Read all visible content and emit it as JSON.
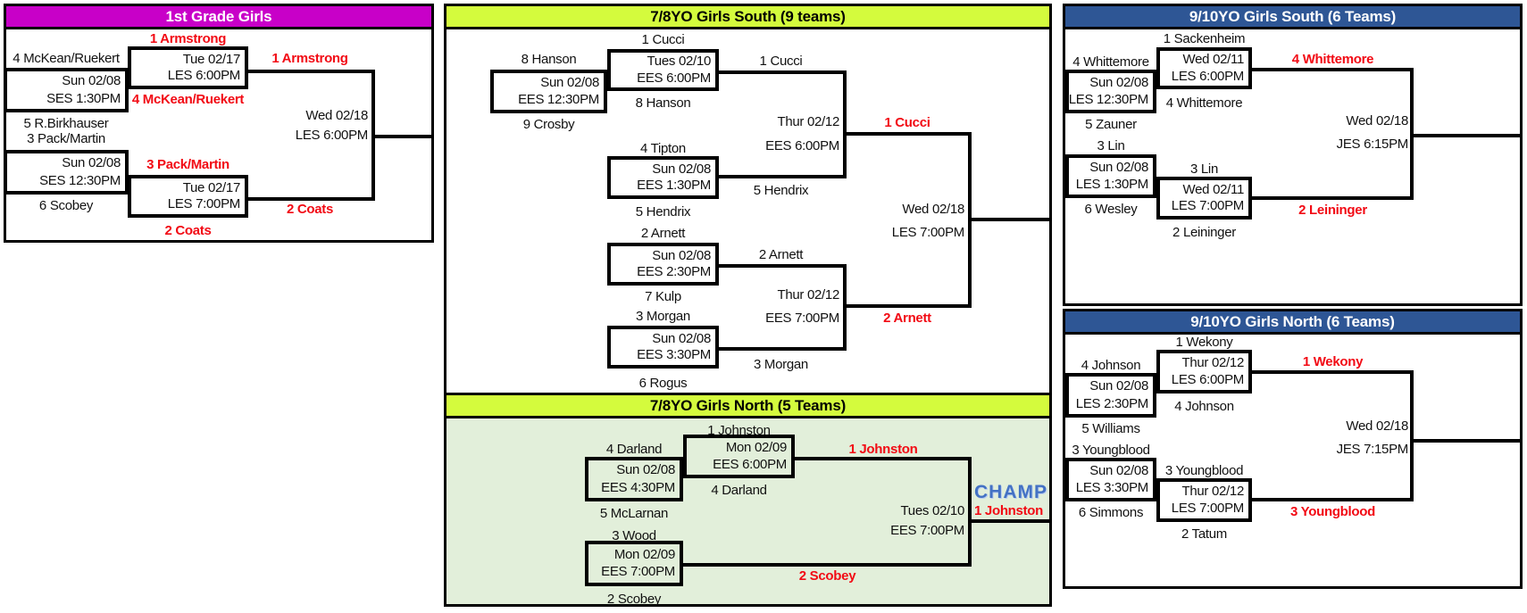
{
  "colors": {
    "magenta": "#C800C8",
    "chartreuse": "#D4FB3D",
    "dark_blue": "#2E5695",
    "sage": "#E2EFDA",
    "red": "#F20A14",
    "champ_blue": "#4472C4"
  },
  "b1": {
    "title": "1st Grade Girls",
    "e_armstrong": "1 Armstrong",
    "e_mckean": "4 McKean/Ruekert",
    "e_birkhauser": "5 R.Birkhauser",
    "e_pack": "3 Pack/Martin",
    "e_scobey": "6 Scobey",
    "e_coats": "2 Coats",
    "g1_date": "Sun 02/08",
    "g1_time": "SES 1:30PM",
    "g2_date": "Sun 02/08",
    "g2_time": "SES 12:30PM",
    "sfA_date": "Tue 02/17",
    "sfA_time": "LES 6:00PM",
    "sfB_date": "Tue 02/17",
    "sfB_time": "LES 7:00PM",
    "w_mckean": "4 McKean/Ruekert",
    "w_pack": "3 Pack/Martin",
    "f_armstrong": "1 Armstrong",
    "f_coats": "2 Coats",
    "f_date": "Wed 02/18",
    "f_time": "LES 6:00PM"
  },
  "b2s": {
    "title": "7/8YO Girls South (9 teams)",
    "e_cucci": "1 Cucci",
    "e_hanson": "8 Hanson",
    "e_crosby": "9 Crosby",
    "pi_date": "Sun 02/08",
    "pi_time": "EES 12:30PM",
    "qfA_date": "Tues 02/10",
    "qfA_time": "EES 6:00PM",
    "w_hanson": "8 Hanson",
    "w_cucci": "1 Cucci",
    "e_tipton": "4 Tipton",
    "qfB_date": "Sun 02/08",
    "qfB_time": "EES 1:30PM",
    "e_hendrix": "5 Hendrix",
    "w_hendrix": "5 Hendrix",
    "sf1_date": "Thur 02/12",
    "sf1_time": "EES 6:00PM",
    "sf1_winner": "1 Cucci",
    "e_arnett": "2 Arnett",
    "qfC_date": "Sun 02/08",
    "qfC_time": "EES 2:30PM",
    "e_kulp": "7 Kulp",
    "w_arnett": "2 Arnett",
    "e_morgan": "3 Morgan",
    "qfD_date": "Sun 02/08",
    "qfD_time": "EES 3:30PM",
    "e_rogus": "6 Rogus",
    "w_morgan": "3 Morgan",
    "sf2_date": "Thur 02/12",
    "sf2_time": "EES 7:00PM",
    "sf2_winner": "2 Arnett",
    "f_date": "Wed 02/18",
    "f_time": "LES 7:00PM"
  },
  "b2n": {
    "title": "7/8YO Girls North (5 Teams)",
    "e_johnston": "1 Johnston",
    "r2_date": "Mon 02/09",
    "r2_time": "EES 6:00PM",
    "w_johnston": "1 Johnston",
    "e_darland": "4 Darland",
    "qf_date": "Sun 02/08",
    "qf_time": "EES 4:30PM",
    "e_mclarnan": "5 McLarnan",
    "w_darland": "4 Darland",
    "e_wood": "3 Wood",
    "g2_date": "Mon 02/09",
    "g2_time": "EES 7:00PM",
    "e_scobey": "2 Scobey",
    "w_scobey": "2 Scobey",
    "f_date": "Tues 02/10",
    "f_time": "EES 7:00PM",
    "champ_label": "CHAMP",
    "champion": "1 Johnston"
  },
  "b3": {
    "title": "9/10YO Girls South (6 Teams)",
    "e_sackenheim": "1 Sackenheim",
    "r2a_date": "Wed 02/11",
    "r2a_time": "LES 6:00PM",
    "e_whittemore": "4 Whittemore",
    "qf1_date": "Sun 02/08",
    "qf1_time": "LES 12:30PM",
    "e_zauner": "5 Zauner",
    "w_whittemore": "4 Whittemore",
    "f_whittemore": "4 Whittemore",
    "e_lin": "3 Lin",
    "qf2_date": "Sun 02/08",
    "qf2_time": "LES 1:30PM",
    "e_wesley": "6 Wesley",
    "w_lin": "3 Lin",
    "r2b_date": "Wed 02/11",
    "r2b_time": "LES 7:00PM",
    "e_leininger": "2 Leininger",
    "f_leininger": "2 Leininger",
    "f_date": "Wed 02/18",
    "f_time": "JES 6:15PM"
  },
  "b4": {
    "title": "9/10YO Girls North (6 Teams)",
    "e_wekony": "1 Wekony",
    "r2a_date": "Thur 02/12",
    "r2a_time": "LES 6:00PM",
    "e_johnson": "4 Johnson",
    "qf1_date": "Sun 02/08",
    "qf1_time": "LES 2:30PM",
    "e_williams": "5 Williams",
    "w_johnson": "4 Johnson",
    "f_wekony": "1 Wekony",
    "e_youngblood": "3 Youngblood",
    "qf2_date": "Sun 02/08",
    "qf2_time": "LES 3:30PM",
    "e_simmons": "6 Simmons",
    "w_youngblood": "3 Youngblood",
    "r2b_date": "Thur 02/12",
    "r2b_time": "LES 7:00PM",
    "e_tatum": "2 Tatum",
    "f_youngblood": "3 Youngblood",
    "f_date": "Wed 02/18",
    "f_time": "JES 7:15PM"
  }
}
